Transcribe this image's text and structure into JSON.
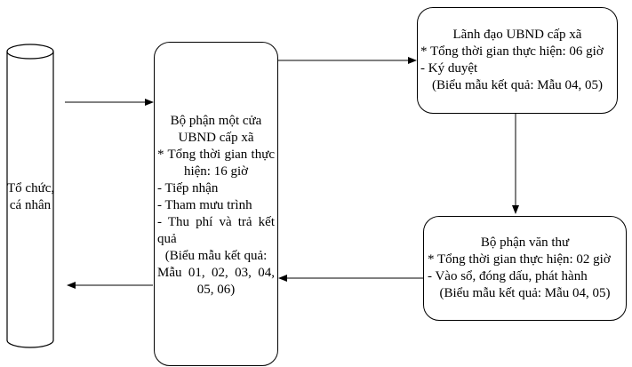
{
  "citizen": {
    "label_line1": "Tổ chức,",
    "label_line2": "cá nhân"
  },
  "one_stop": {
    "title_line1": "Bộ phận một cửa",
    "title_line2": "UBND cấp xã",
    "time_line1": "* Tổng thời gian thực",
    "time_line2": "hiện: 16 giờ",
    "step1": "- Tiếp nhận",
    "step2": "- Tham mưu trình",
    "step3_line1": "- Thu phí và trả kết",
    "step3_line2": "quả",
    "forms_line1": "(Biểu mẫu kết quả:",
    "forms_line2": "Mẫu 01, 02, 03, 04,",
    "forms_line3": "05, 06)"
  },
  "leader": {
    "title": "Lãnh đạo UBND cấp xã",
    "time": "* Tổng thời gian thực hiện: 06 giờ",
    "step": "- Ký duyệt",
    "forms": "(Biểu mẫu kết quả: Mẫu 04, 05)"
  },
  "clerk": {
    "title": "Bộ phận văn thư",
    "time": "* Tổng thời gian thực hiện: 02 giờ",
    "step": "- Vào sổ, đóng dấu, phát hành",
    "forms": "(Biểu mẫu kết quả: Mẫu 04, 05)"
  }
}
